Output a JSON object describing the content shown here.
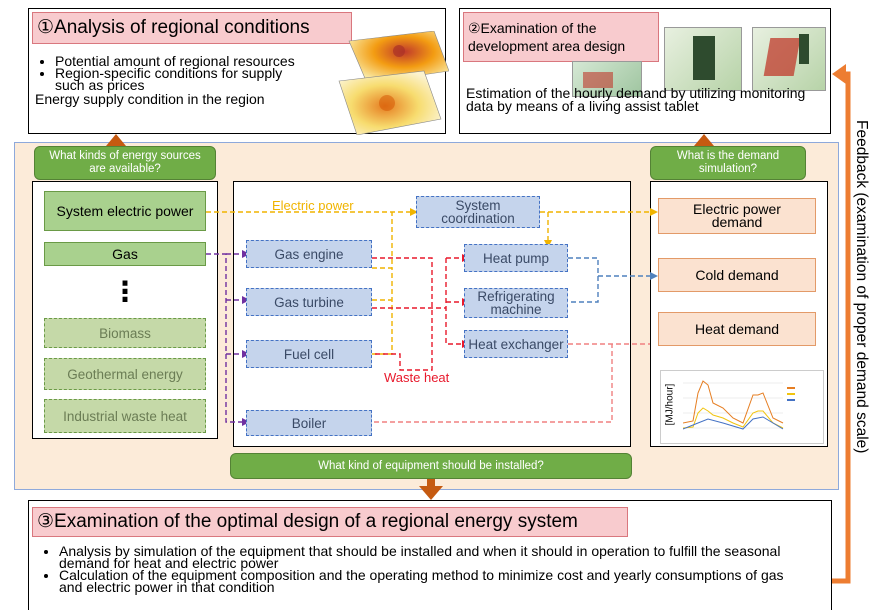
{
  "panel1": {
    "title": "①Analysis of regional conditions",
    "bullets": [
      "Potential amount of regional resources",
      "Region-specific conditions for supply such as prices"
    ],
    "footer": "Energy supply condition in the region"
  },
  "panel2": {
    "title_line1": "②Examination of the",
    "title_line2": "development area design",
    "body": "Estimation of the hourly demand by utilizing monitoring data by means of a living assist tablet"
  },
  "questions": {
    "sources": "What kinds of energy sources are available?",
    "demand": "What is the demand simulation?",
    "equipment": "What kind of equipment should be installed?"
  },
  "sources": {
    "system_power": "System electric power",
    "gas": "Gas",
    "ellipsis": "⋮",
    "biomass": "Biomass",
    "geothermal": "Geothermal energy",
    "industrial": "Industrial waste heat"
  },
  "equipment": {
    "gas_engine": "Gas engine",
    "gas_turbine": "Gas turbine",
    "fuel_cell": "Fuel cell",
    "boiler": "Boiler",
    "system_coordination": "System coordination",
    "heat_pump": "Heat pump",
    "refrigerating": "Refrigerating machine",
    "heat_exchanger": "Heat exchanger"
  },
  "flow_labels": {
    "electric_power": "Electric power",
    "waste_heat": "Waste heat"
  },
  "demands": {
    "electric": "Electric power demand",
    "cold": "Cold demand",
    "heat": "Heat demand"
  },
  "chart": {
    "ylabel": "[MJ/hour]"
  },
  "panel3": {
    "title": "③Examination of the optimal design of a regional energy system",
    "bullets": [
      "Analysis by simulation of the equipment that should be installed and when it should in operation to fulfill the seasonal demand for heat and electric power",
      "Calculation of the equipment composition and the operating method to minimize cost and yearly consumptions of gas and electric power in that condition"
    ]
  },
  "feedback": "Feedback (examination of proper demand scale)",
  "colors": {
    "electric": "#f0b400",
    "gas": "#7030a0",
    "waste_heat": "#e8192c",
    "cold": "#4f81bd",
    "heat_out": "#f08080",
    "feedback_arrow": "#ed7d31",
    "background_panel": "#fcebd9"
  }
}
